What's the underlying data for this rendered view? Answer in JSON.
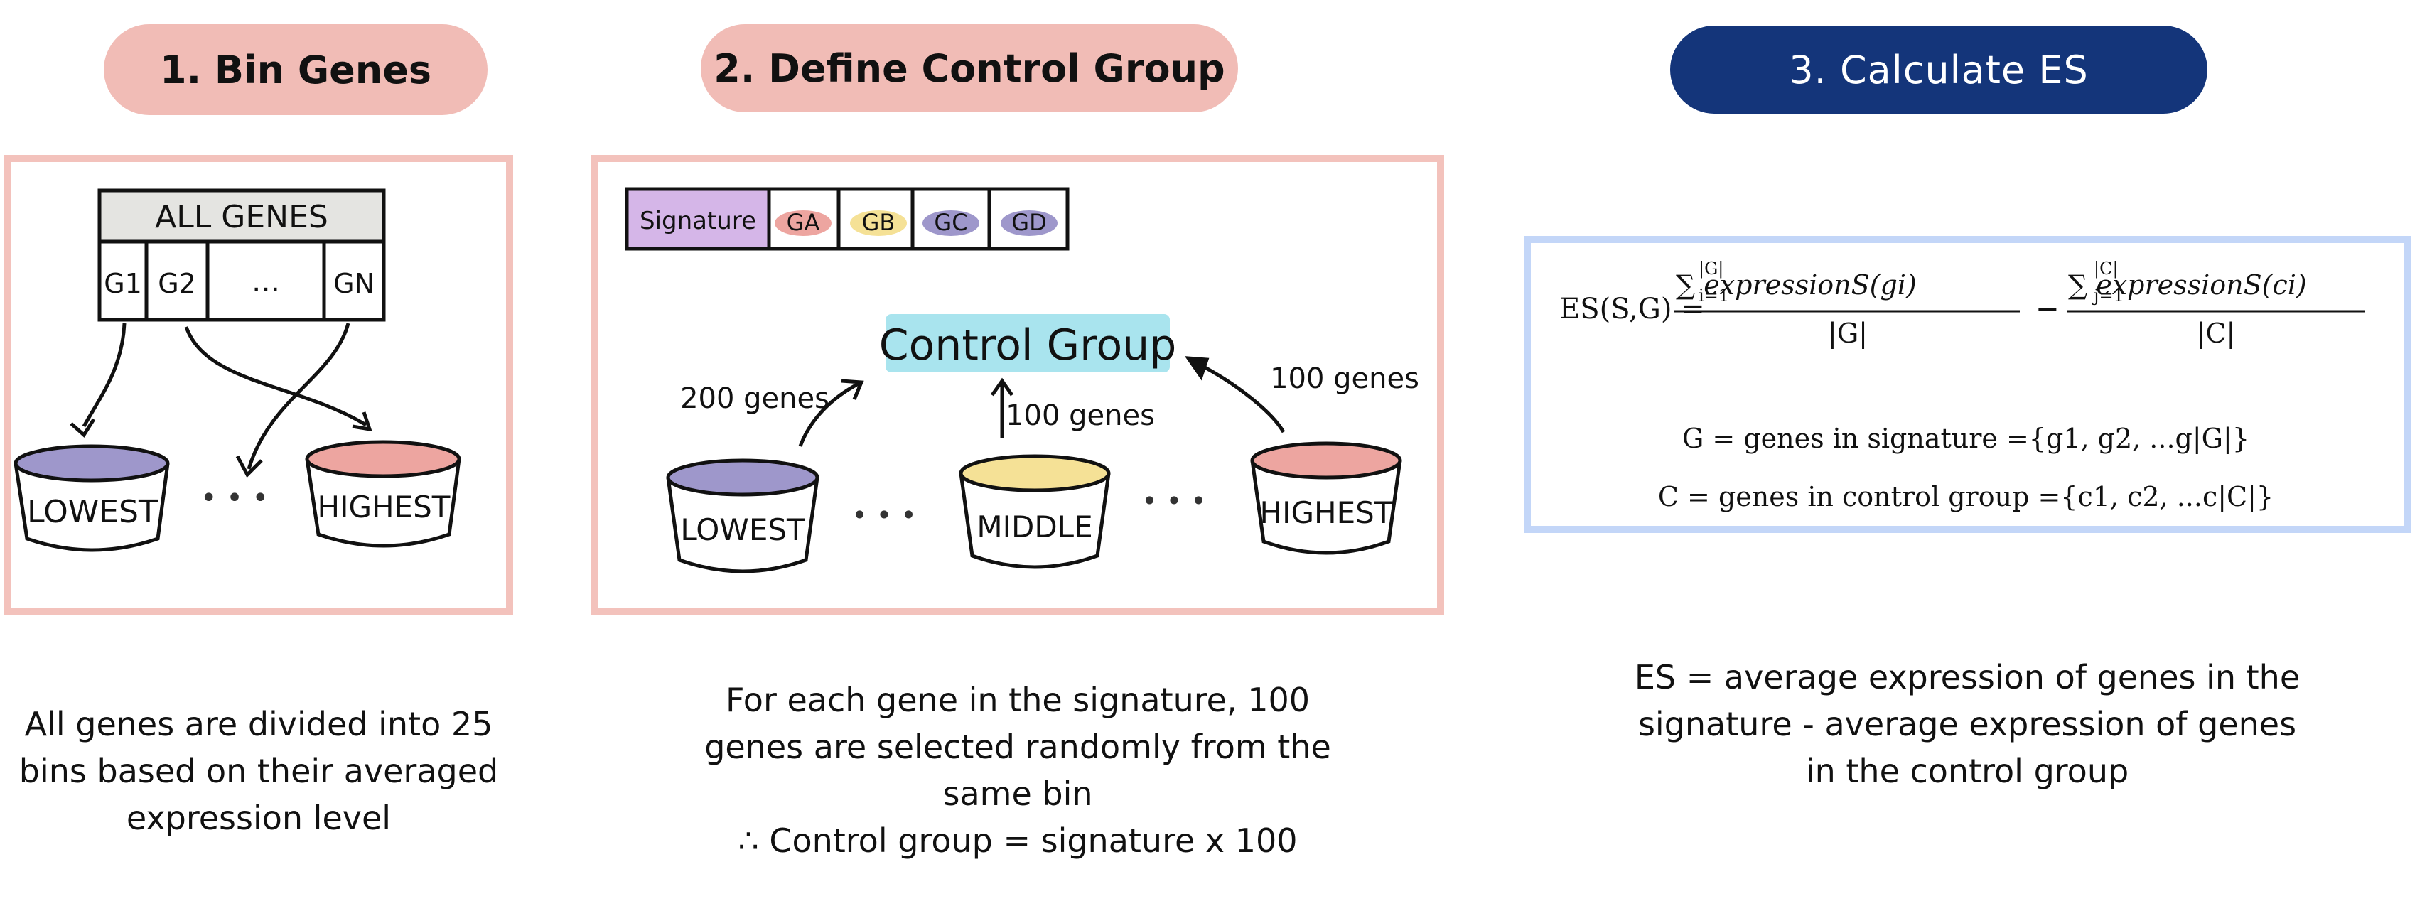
{
  "steps": {
    "step1": {
      "title": "1.  Bin Genes"
    },
    "step2": {
      "title": "2.  Define Control Group"
    },
    "step3": {
      "title": "3.  Calculate ES"
    }
  },
  "panel1": {
    "table_header": "ALL GENES",
    "cells": [
      "G1",
      "G2",
      "...",
      "GN"
    ],
    "bins": [
      "LOWEST",
      "HIGHEST"
    ],
    "dots": "• • •"
  },
  "panel2": {
    "chips": [
      "Signature",
      "GA",
      "GB",
      "GC",
      "GD"
    ],
    "control_group": "Control Group",
    "bins": [
      "LOWEST",
      "MIDDLE",
      "HIGHEST"
    ],
    "arrow_labels": [
      "200 genes",
      "100 genes",
      "100 genes"
    ],
    "dots": "• • •"
  },
  "panel3": {
    "formula": {
      "lhs": "ES(S,G) =",
      "num1": "∑ expressionS(gi)",
      "sum1_upper": "|G|",
      "sum1_lower": "i=1",
      "den1": "|G|",
      "minus": "−",
      "num2": "∑ expressionS(ci)",
      "sum2_upper": "|C|",
      "sum2_lower": "j=1",
      "den2": "|C|"
    },
    "def_g": "G = genes in signature ={g1, g2, ...g|G|}",
    "def_c": "C = genes in control group ={c1, c2, ...c|C|}"
  },
  "captions": {
    "step1": [
      "All genes are divided into 25",
      "bins based on their averaged",
      "expression level"
    ],
    "step2": [
      "For each gene in the signature, 100",
      "genes are selected randomly from the",
      "same bin",
      "∴ Control group = signature x 100"
    ],
    "step3": [
      "ES = average expression of genes in the",
      "signature - average expression of genes",
      "in the control group"
    ]
  },
  "colors": {
    "pill_pink": "#f1bcb6",
    "pill_navy": "#14357a",
    "frame_pink": "#f3c2bc",
    "frame_blue": "#c3d6f8",
    "bin_purple": "#9e97cb",
    "bin_pink": "#eda5a0",
    "bin_yellow": "#f5e196",
    "chip_purple": "#d5b6e8",
    "control_cyan": "#a9e4ee"
  }
}
